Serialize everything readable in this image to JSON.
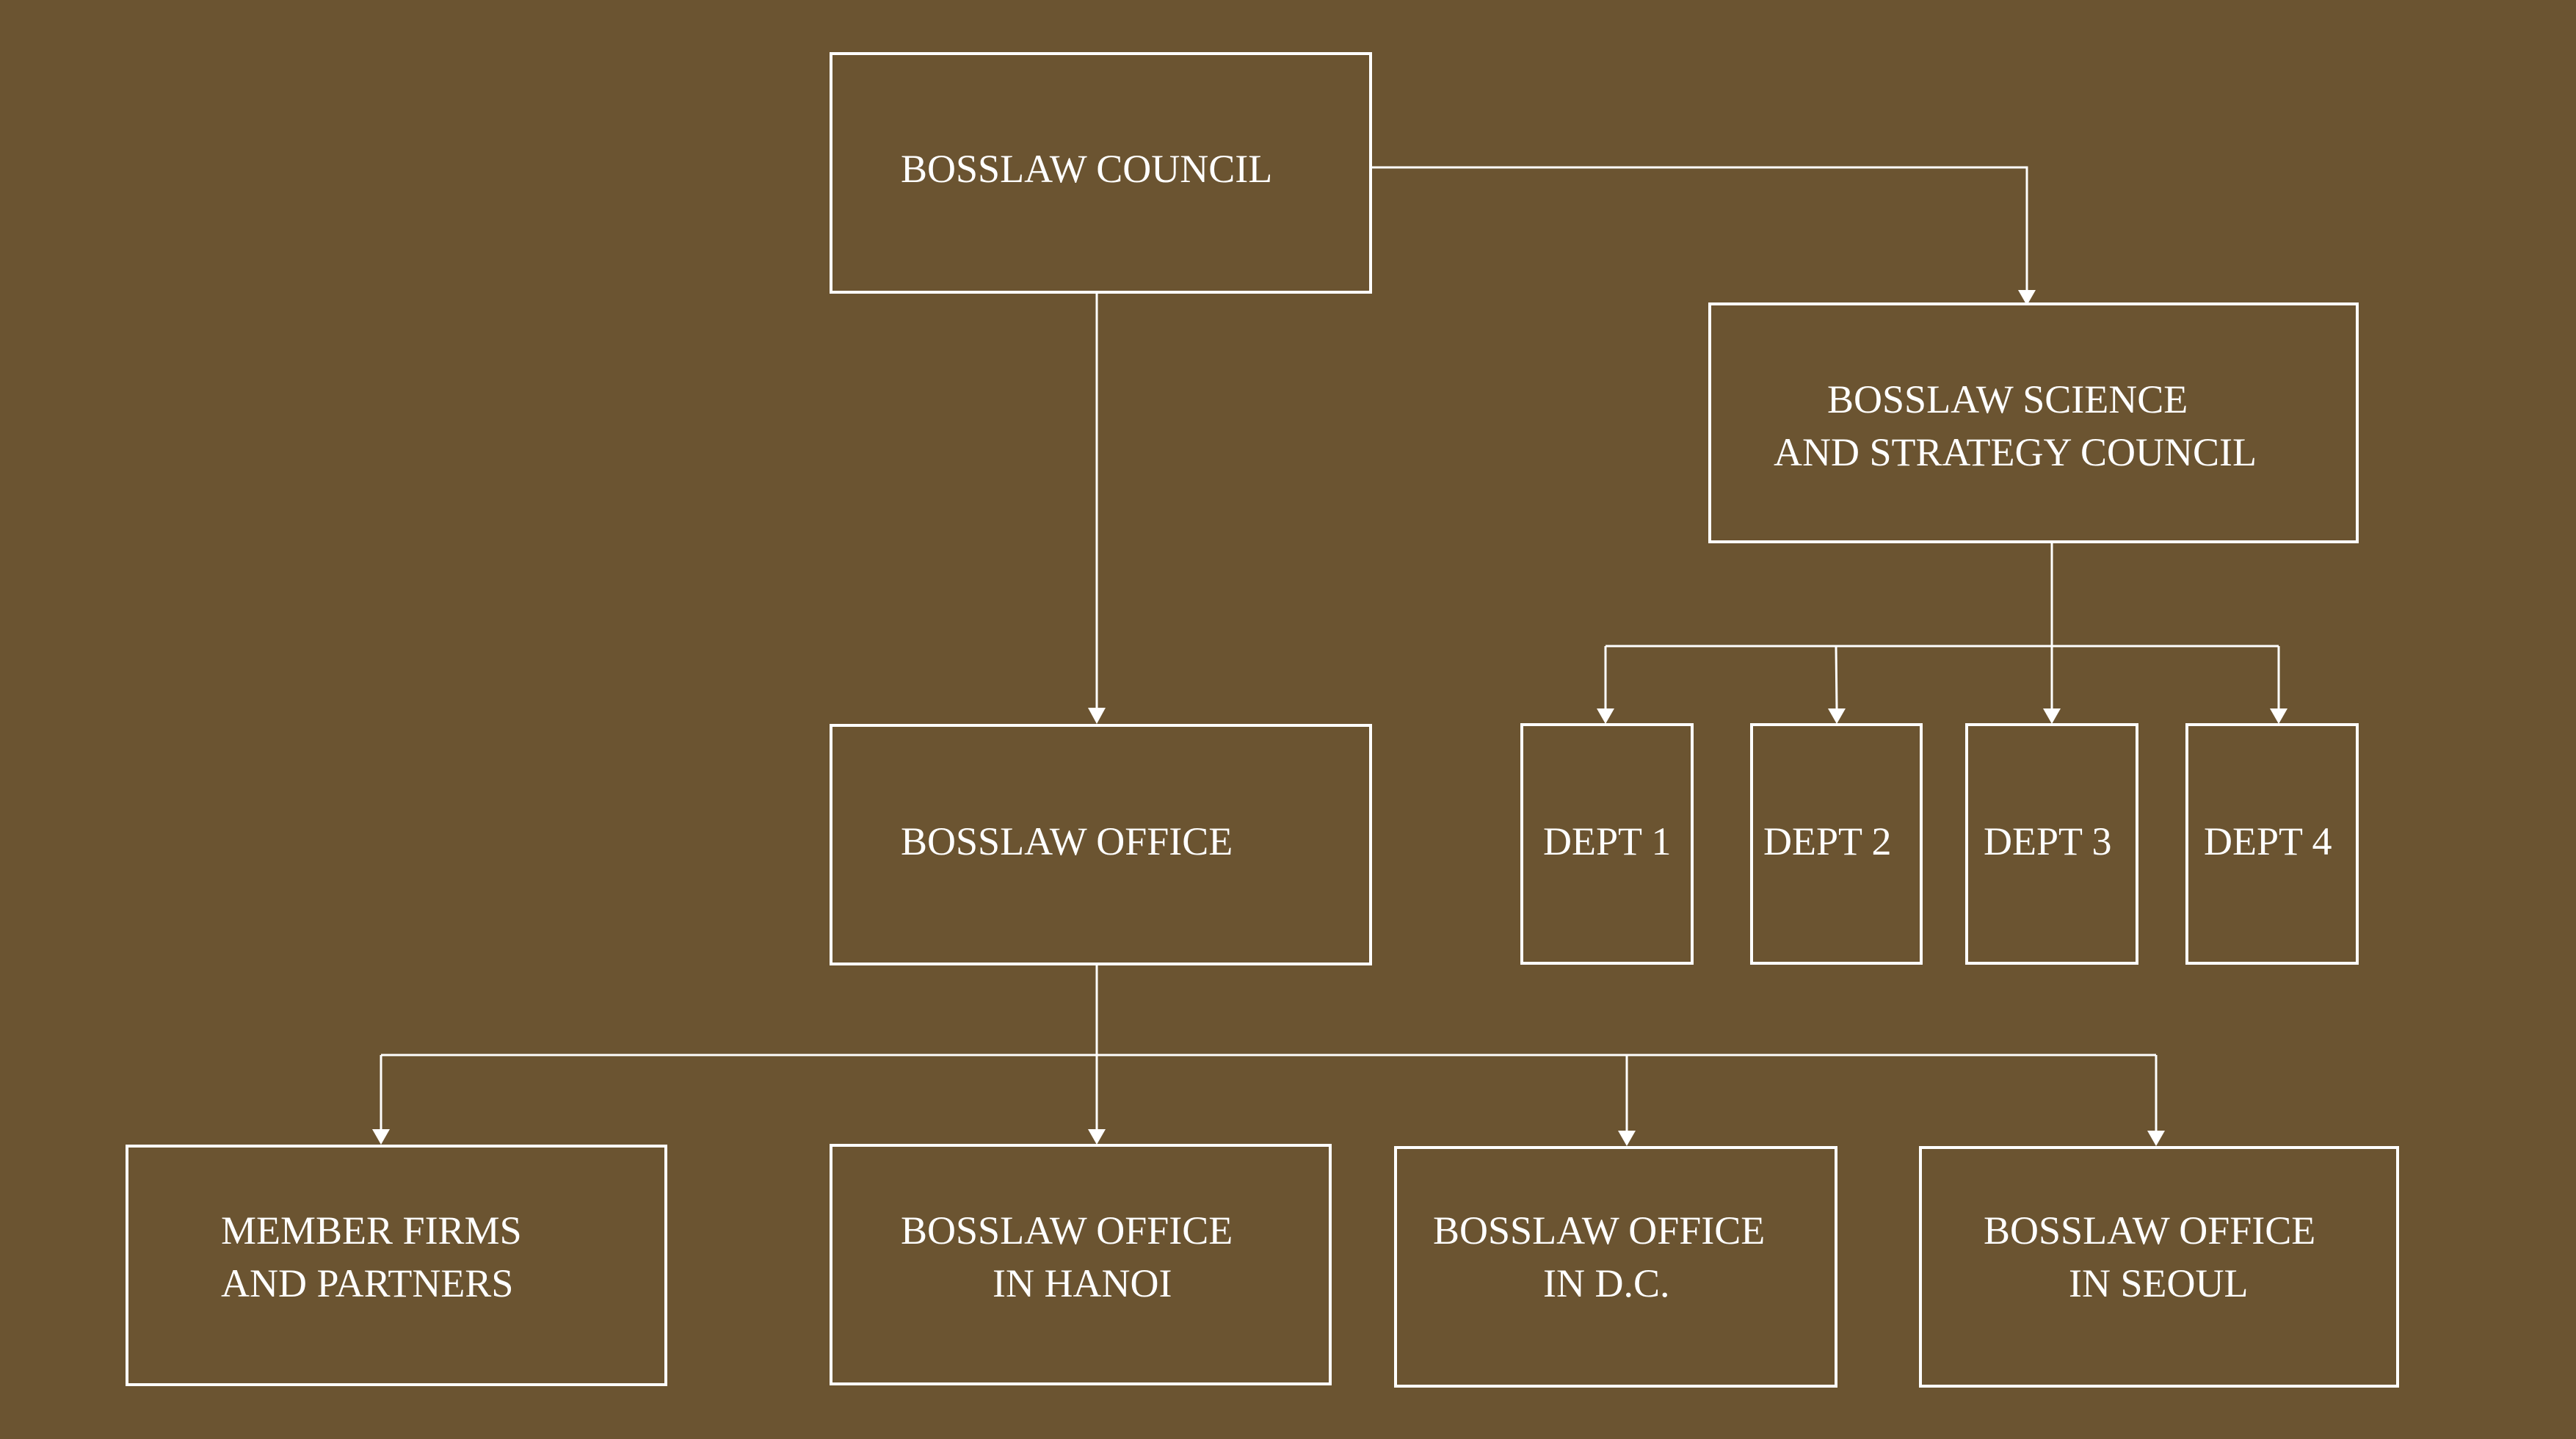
{
  "colors": {
    "background": "#6b5431",
    "line": "#ffffff",
    "text": "#ffffff"
  },
  "nodes": {
    "council": {
      "lines": [
        "BOSSLAW COUNCIL"
      ]
    },
    "science": {
      "lines": [
        "BOSSLAW SCIENCE",
        "AND STRATEGY COUNCIL"
      ]
    },
    "office": {
      "lines": [
        "BOSSLAW OFFICE"
      ]
    },
    "dept1": {
      "lines": [
        "DEPT 1"
      ]
    },
    "dept2": {
      "lines": [
        "DEPT 2"
      ]
    },
    "dept3": {
      "lines": [
        "DEPT 3"
      ]
    },
    "dept4": {
      "lines": [
        "DEPT 4"
      ]
    },
    "members": {
      "lines": [
        "MEMBER FIRMS",
        "AND PARTNERS"
      ]
    },
    "hanoi": {
      "lines": [
        "BOSSLAW OFFICE",
        "IN HANOI"
      ]
    },
    "dc": {
      "lines": [
        "BOSSLAW OFFICE",
        "IN D.C."
      ]
    },
    "seoul": {
      "lines": [
        "BOSSLAW OFFICE",
        "IN SEOUL"
      ]
    }
  },
  "edges": [
    {
      "from": "council",
      "to": "science"
    },
    {
      "from": "council",
      "to": "office"
    },
    {
      "from": "science",
      "to": "dept1"
    },
    {
      "from": "science",
      "to": "dept2"
    },
    {
      "from": "science",
      "to": "dept3"
    },
    {
      "from": "science",
      "to": "dept4"
    },
    {
      "from": "office",
      "to": "members"
    },
    {
      "from": "office",
      "to": "hanoi"
    },
    {
      "from": "office",
      "to": "dc"
    },
    {
      "from": "office",
      "to": "seoul"
    }
  ]
}
